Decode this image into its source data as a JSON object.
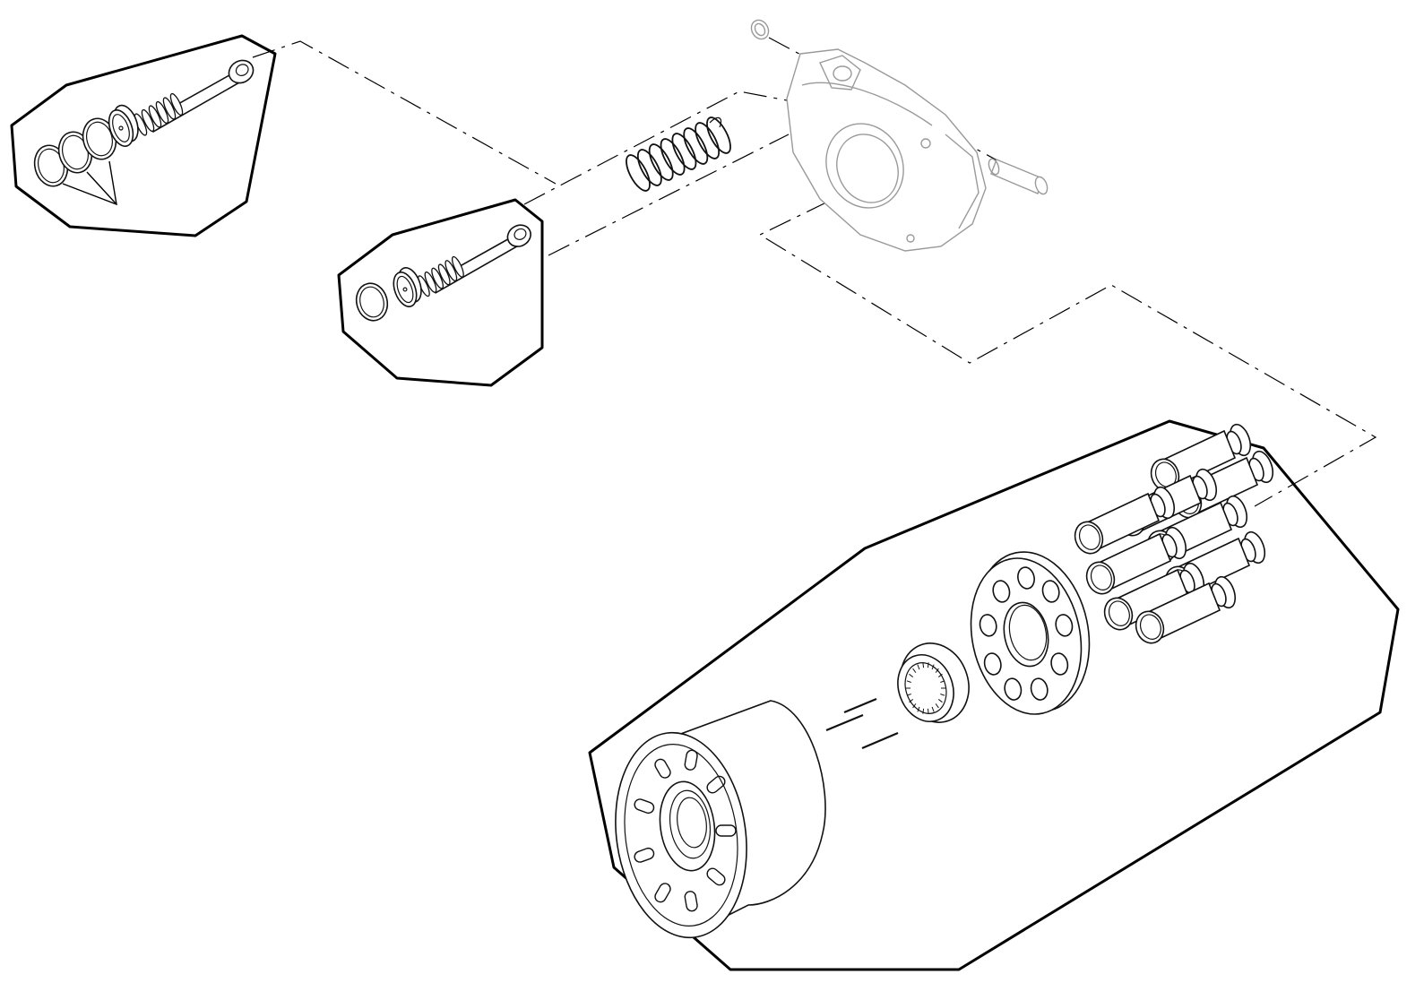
{
  "diagram": {
    "type": "exploded-parts-view",
    "text_labels": [],
    "colors": {
      "line": "#111111",
      "ghost_housing": "#9a9a9a",
      "background": "#ffffff"
    },
    "groups": [
      {
        "name": "servo-piston-kit-a",
        "parts": [
          "servo-piston",
          "seal-ring",
          "seal-ring",
          "seal-ring"
        ]
      },
      {
        "name": "servo-piston-kit-b",
        "parts": [
          "servo-piston",
          "seal-ring"
        ]
      },
      {
        "name": "rotating-group-kit",
        "parts": [
          "cylinder-block",
          "pins",
          "spherical-bushing",
          "retainer-plate",
          "pistons-with-slippers"
        ]
      }
    ],
    "context_parts": [
      "swashplate-housing",
      "spring",
      "retaining-ring",
      "pin"
    ],
    "piston_count": 9
  }
}
